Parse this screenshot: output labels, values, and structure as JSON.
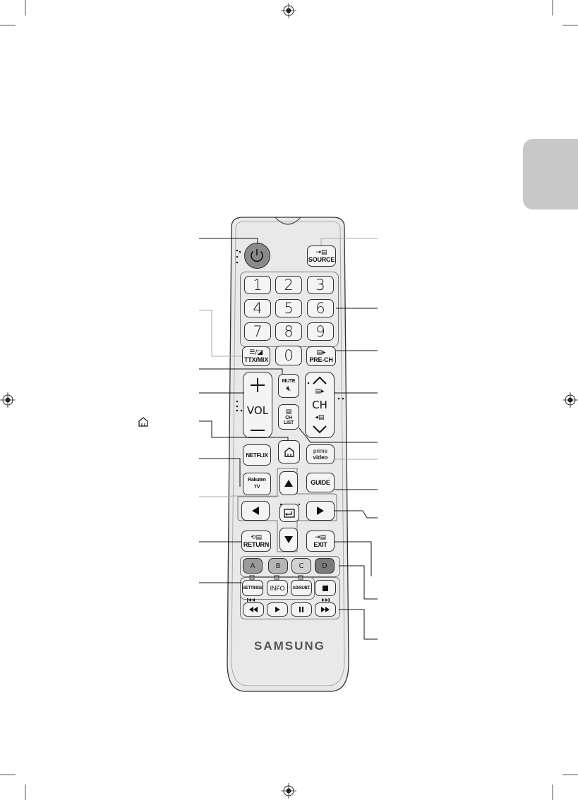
{
  "remote": {
    "source_label": "SOURCE",
    "digits": [
      "1",
      "2",
      "3",
      "4",
      "5",
      "6",
      "7",
      "8",
      "9",
      "0"
    ],
    "ttx_label": "TTX/MIX",
    "prech_label": "PRE-CH",
    "mute_label": "MUTE",
    "vol_label": "VOL",
    "ch_label": "CH",
    "chlist_top": "CH",
    "chlist_bottom": "LIST",
    "netflix_label": "NETFLIX",
    "prime_top": "prime",
    "prime_bottom": "video",
    "rakuten_top": "Rakuten",
    "rakuten_bottom": "TV",
    "guide_label": "GUIDE",
    "return_label": "RETURN",
    "exit_label": "EXIT",
    "color_buttons": [
      "A",
      "B",
      "C",
      "D"
    ],
    "settings_label": "SETTINGS",
    "info_label": "INFO",
    "adsubt_label": "AD/SUBT.",
    "brand": "SAMSUNG"
  },
  "colors": {
    "tab": "#c8c8c8",
    "remote_body": "#e9e9e9",
    "button_face": "#f4f4f4",
    "power_button": "#8a8a8a",
    "button_a": "#9a9a9a",
    "button_b": "#b5b5b5",
    "button_c": "#d2d2d2",
    "button_d": "#7a7a7a",
    "leader_line": "#111111",
    "leader_line_grey": "#aaaaaa"
  },
  "icons": [
    "registration-mark-icon",
    "power-icon",
    "home-icon",
    "volume-plus-icon",
    "volume-minus-icon",
    "channel-up-icon",
    "channel-down-icon",
    "mute-speaker-icon",
    "arrow-up-icon",
    "arrow-down-icon",
    "arrow-left-icon",
    "arrow-right-icon",
    "enter-icon",
    "stop-icon",
    "rewind-icon",
    "play-icon",
    "pause-icon",
    "fast-forward-icon",
    "skip-back-icon",
    "skip-forward-icon"
  ]
}
